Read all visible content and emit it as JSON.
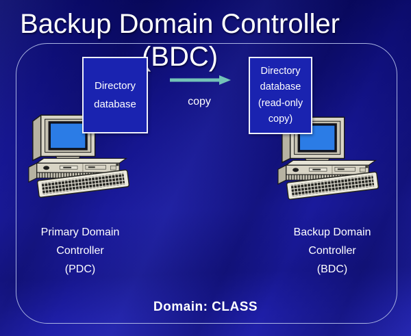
{
  "slide": {
    "title": {
      "line1": "Backup Domain Controller",
      "line2": "(BDC)"
    },
    "diagram": {
      "pdc_database_box": {
        "line1": "Directory",
        "line2": "database"
      },
      "bdc_database_box": {
        "line1": "Directory",
        "line2": "database",
        "line3": "(read-only",
        "line4": "copy)"
      },
      "copy_arrow_label": "copy",
      "pdc_caption": {
        "line1": "Primary Domain",
        "line2": "Controller",
        "line3": "(PDC)"
      },
      "bdc_caption": {
        "line1": "Backup Domain",
        "line2": "Controller",
        "line3": "(BDC)"
      }
    },
    "footer": {
      "domain_label": "Domain: CLASS"
    },
    "colors": {
      "background": "#15158e",
      "database_box_fill": "#1a23b0",
      "database_box_border": "#eef0fa",
      "arrow_teal": "#74c3b8",
      "text": "#ffffff",
      "monitor_screen_blue": "#2b7ce6",
      "frame_border": "#aab4e2"
    }
  }
}
